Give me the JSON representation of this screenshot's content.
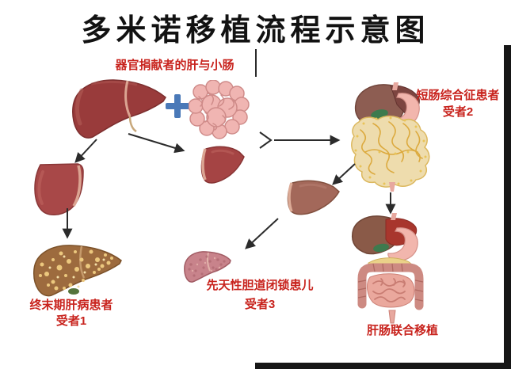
{
  "title": "多米诺移植流程示意图",
  "labels": {
    "donor_organs": "器官捐献者的肝与小肠",
    "plus": "+",
    "recipient1_condition": "终末期肝病患者",
    "recipient1_name": "受者1",
    "recipient2_condition": "短肠综合征患者",
    "recipient2_name": "受者2",
    "recipient3_condition": "先天性胆道闭锁患儿",
    "recipient3_name": "受者3",
    "transplant_result": "肝肠联合移植"
  },
  "icons": {
    "donor_liver": "whole-donor-liver",
    "donor_intestine": "donor-small-intestine-coil",
    "left_lobe_graft": "split-liver-left-lobe",
    "right_lobe_graft": "split-liver-right-lobe",
    "recipient1_liver": "cirrhotic-diseased-liver",
    "recipient2_abdomen": "short-bowel-abdomen-with-omentum",
    "recipient2_explanted_liver": "explanted-domino-liver",
    "recipient3_liver": "biliary-atresia-small-liver",
    "combined_transplant": "combined-liver-intestine-transplant"
  },
  "colors": {
    "label_red": "#c8231d",
    "plus_blue": "#4a79b8",
    "arrow_dark": "#2b2b2b",
    "title_black": "#121212",
    "canvas_white": "#ffffff",
    "frame_dark": "#161616",
    "liver_red": "#993b3b",
    "graft_red": "#a84848",
    "diseased_liver_brown": "#9d6b3e",
    "spot_yellow": "#ecc87e",
    "intestine_pink": "#f0b5b2",
    "omentum_yellow": "#eedcad",
    "explanted_liver_brown": "#a3685a",
    "atresia_liver_pink": "#c8838b"
  }
}
